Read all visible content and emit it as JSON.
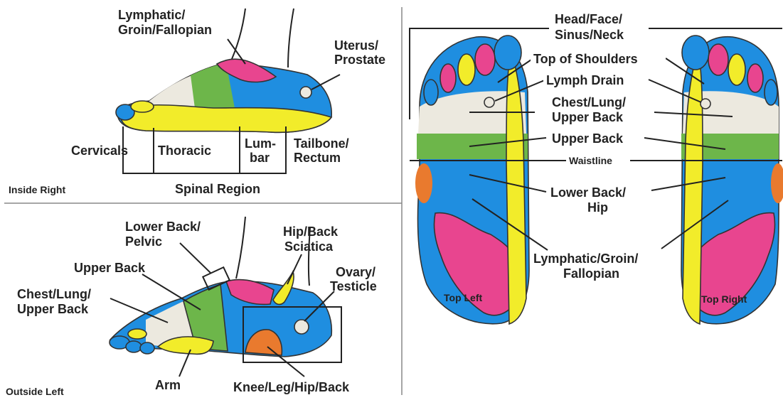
{
  "colors": {
    "blue": "#1f8ee0",
    "yellow": "#f2ec2a",
    "green": "#6db64a",
    "pink": "#e8458f",
    "cream": "#ece9df",
    "orange": "#e97a2e",
    "line": "#222222"
  },
  "inside_right": {
    "caption": "Inside Right",
    "labels": {
      "lymphatic_l1": "Lymphatic/",
      "lymphatic_l2": "Groin/Fallopian",
      "uterus_l1": "Uterus/",
      "uterus_l2": "Prostate",
      "cervicals": "Cervicals",
      "thoracic": "Thoracic",
      "lumbar_l1": "Lum-",
      "lumbar_l2": "bar",
      "tailbone_l1": "Tailbone/",
      "tailbone_l2": "Rectum",
      "spinal_region": "Spinal Region"
    }
  },
  "outside_left": {
    "caption": "Outside Left",
    "labels": {
      "lower_back_l1": "Lower Back/",
      "lower_back_l2": "Pelvic",
      "hip_l1": "Hip/Back",
      "hip_l2": "Sciatica",
      "upper_back": "Upper Back",
      "ovary_l1": "Ovary/",
      "ovary_l2": "Testicle",
      "chest_l1": "Chest/Lung/",
      "chest_l2": "Upper Back",
      "arm": "Arm",
      "knee": "Knee/Leg/Hip/Back"
    }
  },
  "soles": {
    "caption_left": "Top Left",
    "caption_right": "Top Right",
    "labels": {
      "head_l1": "Head/Face/",
      "head_l2": "Sinus/Neck",
      "shoulders": "Top of Shoulders",
      "lymph_drain": "Lymph Drain",
      "chest_l1": "Chest/Lung/",
      "chest_l2": "Upper Back",
      "upper_back": "Upper Back",
      "waistline": "Waistline",
      "lower_back_l1": "Lower Back/",
      "lower_back_l2": "Hip",
      "lymphatic_l1": "Lymphatic/Groin/",
      "lymphatic_l2": "Fallopian"
    }
  }
}
